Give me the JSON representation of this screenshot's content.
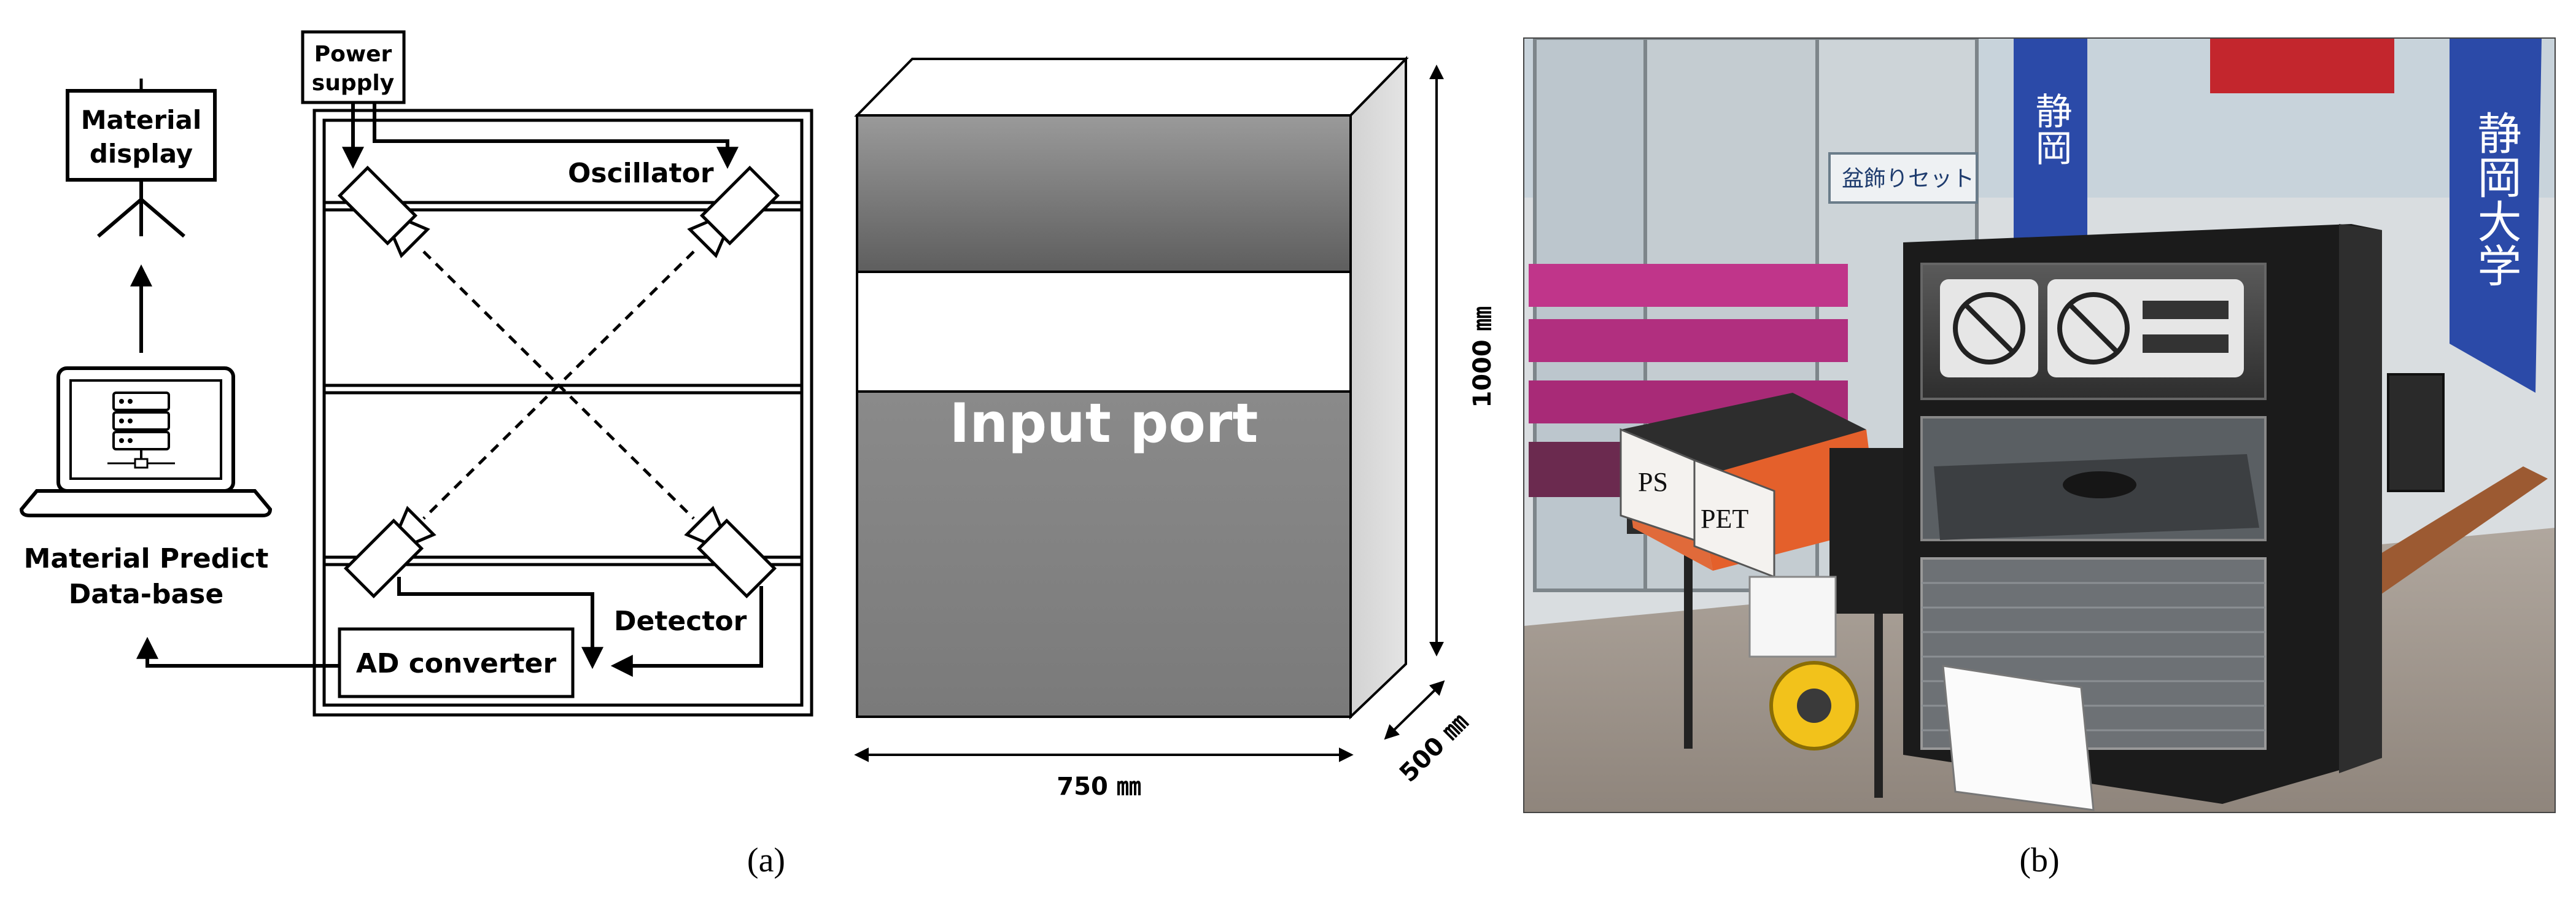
{
  "panel_a": {
    "display_label": [
      "Material",
      "display"
    ],
    "power_supply_label": [
      "Power",
      "supply"
    ],
    "oscillator_label": "Oscillator",
    "detector_label": "Detector",
    "ad_converter_label": "AD converter",
    "database_label": [
      "Material Predict",
      "Data-base"
    ],
    "input_port_label": "Input port",
    "height_dim": "1000 ㎜",
    "width_dim": "750 ㎜",
    "depth_dim": "500 ㎜",
    "caption": "(a)"
  },
  "panel_b": {
    "photo_signs": {
      "sign_ps": "PS",
      "sign_pet": "PET",
      "banner_text": "静岡大学",
      "shop_sign": "盆飾りセット",
      "banner_left": "静岡"
    },
    "caption": "(b)"
  },
  "colors": {
    "box_top_dark": "#6b6b6b",
    "box_bottom_mid": "#9a9a9a",
    "box_side": "#d6d6d6",
    "photo_floor": "#9a8f86",
    "storefront_pink": "#c0358a",
    "banner_blue": "#2b4aa8"
  }
}
